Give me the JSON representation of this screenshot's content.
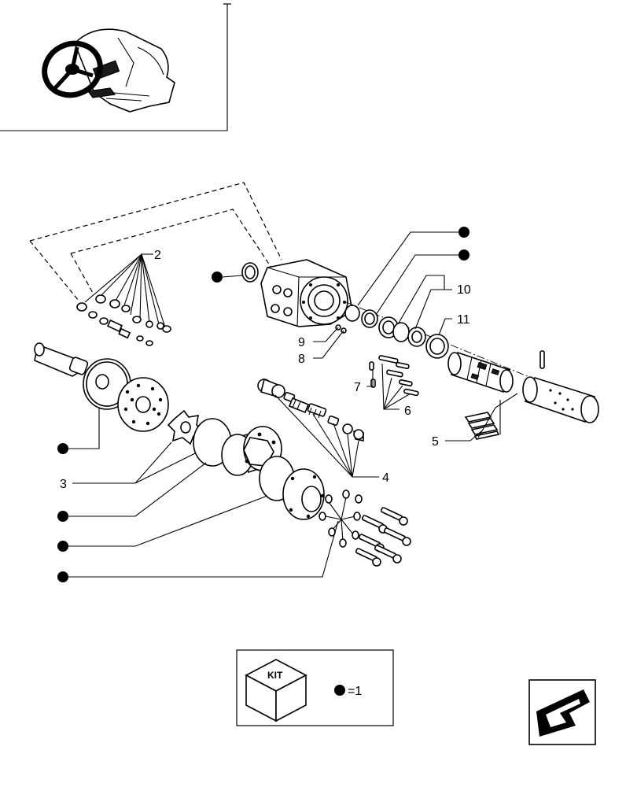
{
  "labels": {
    "item_2": "2",
    "item_3": "3",
    "item_4": "4",
    "item_5": "5",
    "item_6": "6",
    "item_7": "7",
    "item_8": "8",
    "item_9": "9",
    "item_10": "10",
    "item_11": "11"
  },
  "kit_box": {
    "kit_label": "KIT",
    "legend": "=1"
  },
  "icons": {
    "thumbnail": "steering-wheel-icon",
    "navigation": "previous-page-arrow-icon",
    "kit": "kit-cube-icon",
    "bullet": "bullet-dot-icon"
  }
}
